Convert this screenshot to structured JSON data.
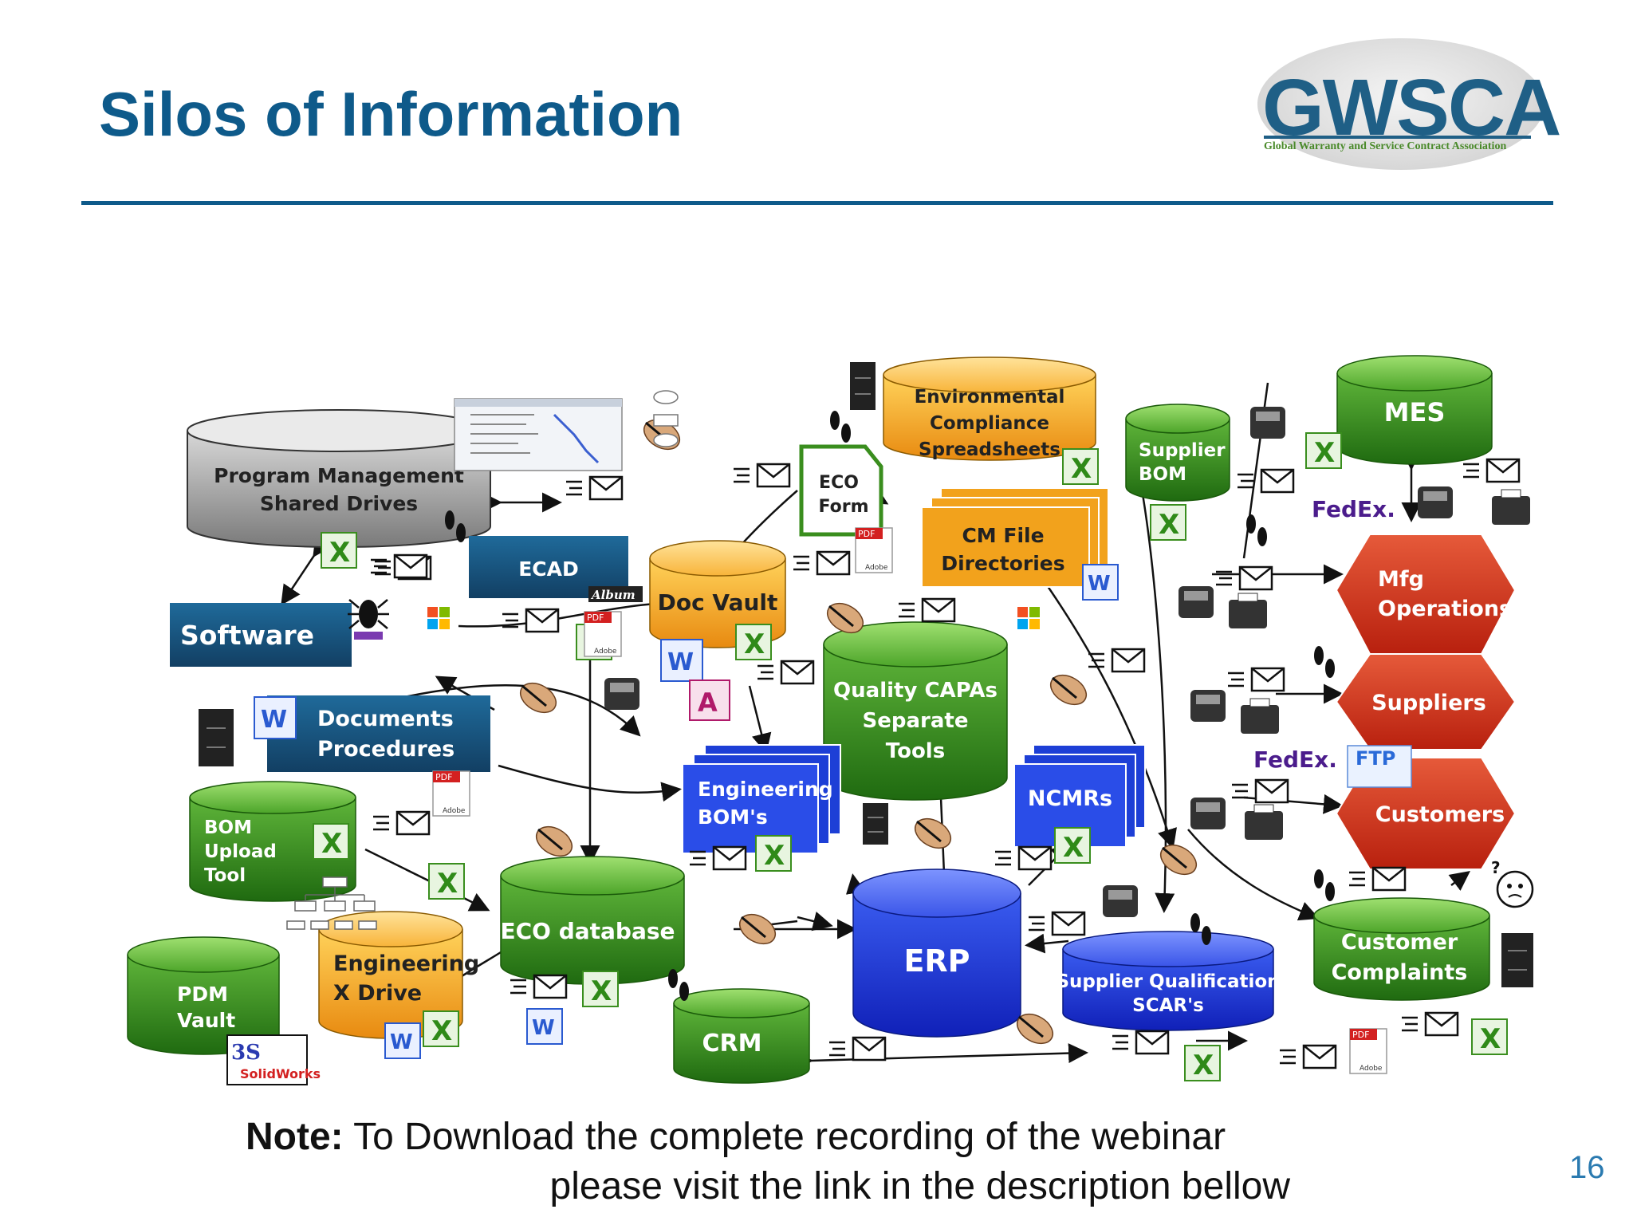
{
  "slide": {
    "title": "Silos of Information",
    "page_number": "16",
    "note_label": "Note:",
    "note_line1": "To Download the complete recording of the webinar",
    "note_line2": "please visit the link in the description bellow"
  },
  "logo": {
    "text": "GWSCA",
    "subtitle": "Global Warranty and Service Contract Association"
  },
  "colors": {
    "title": "#0e5a8a",
    "green": "#3a8e1e",
    "orange": "#f2a21c",
    "blue": "#1d3fd6",
    "navy": "#1a5580",
    "red": "#d2341e",
    "gray": "#9a9a9a"
  },
  "nodes": {
    "program_mgmt": [
      "Program Management",
      "Shared Drives"
    ],
    "ecad": [
      "ECAD"
    ],
    "software": [
      "Software"
    ],
    "doc_vault": [
      "Doc Vault"
    ],
    "eco_form": [
      "ECO",
      "Form"
    ],
    "env_compliance": [
      "Environmental",
      "Compliance",
      "Spreadsheets"
    ],
    "cm_file": [
      "CM File",
      "Directories"
    ],
    "supplier_bom": [
      "Supplier",
      "BOM"
    ],
    "mes": [
      "MES"
    ],
    "mfg_operations": [
      "Mfg",
      "Operations"
    ],
    "suppliers": [
      "Suppliers"
    ],
    "customers": [
      "Customers"
    ],
    "documents": [
      "Documents",
      "Procedures"
    ],
    "quality_capas": [
      "Quality CAPAs",
      "Separate",
      "Tools"
    ],
    "engineering_boms": [
      "Engineering",
      "BOM's"
    ],
    "ncmrs": [
      "NCMRs"
    ],
    "bom_upload": [
      "BOM",
      "Upload",
      "Tool"
    ],
    "eco_database": [
      "ECO database"
    ],
    "erp": [
      "ERP"
    ],
    "supplier_qual": [
      "Supplier Qualification",
      "SCAR's"
    ],
    "customer_complaints": [
      "Customer",
      "Complaints"
    ],
    "pdm_vault": [
      "PDM",
      "Vault"
    ],
    "engineering_x": [
      "Engineering",
      "X Drive"
    ],
    "crm": [
      "CRM"
    ]
  },
  "icons": {
    "fedex": "FedEx.",
    "ftp": "FTP",
    "pdf": "PDF",
    "adobe": "Adobe",
    "album": "Album",
    "solidworks": "SolidWorks"
  }
}
